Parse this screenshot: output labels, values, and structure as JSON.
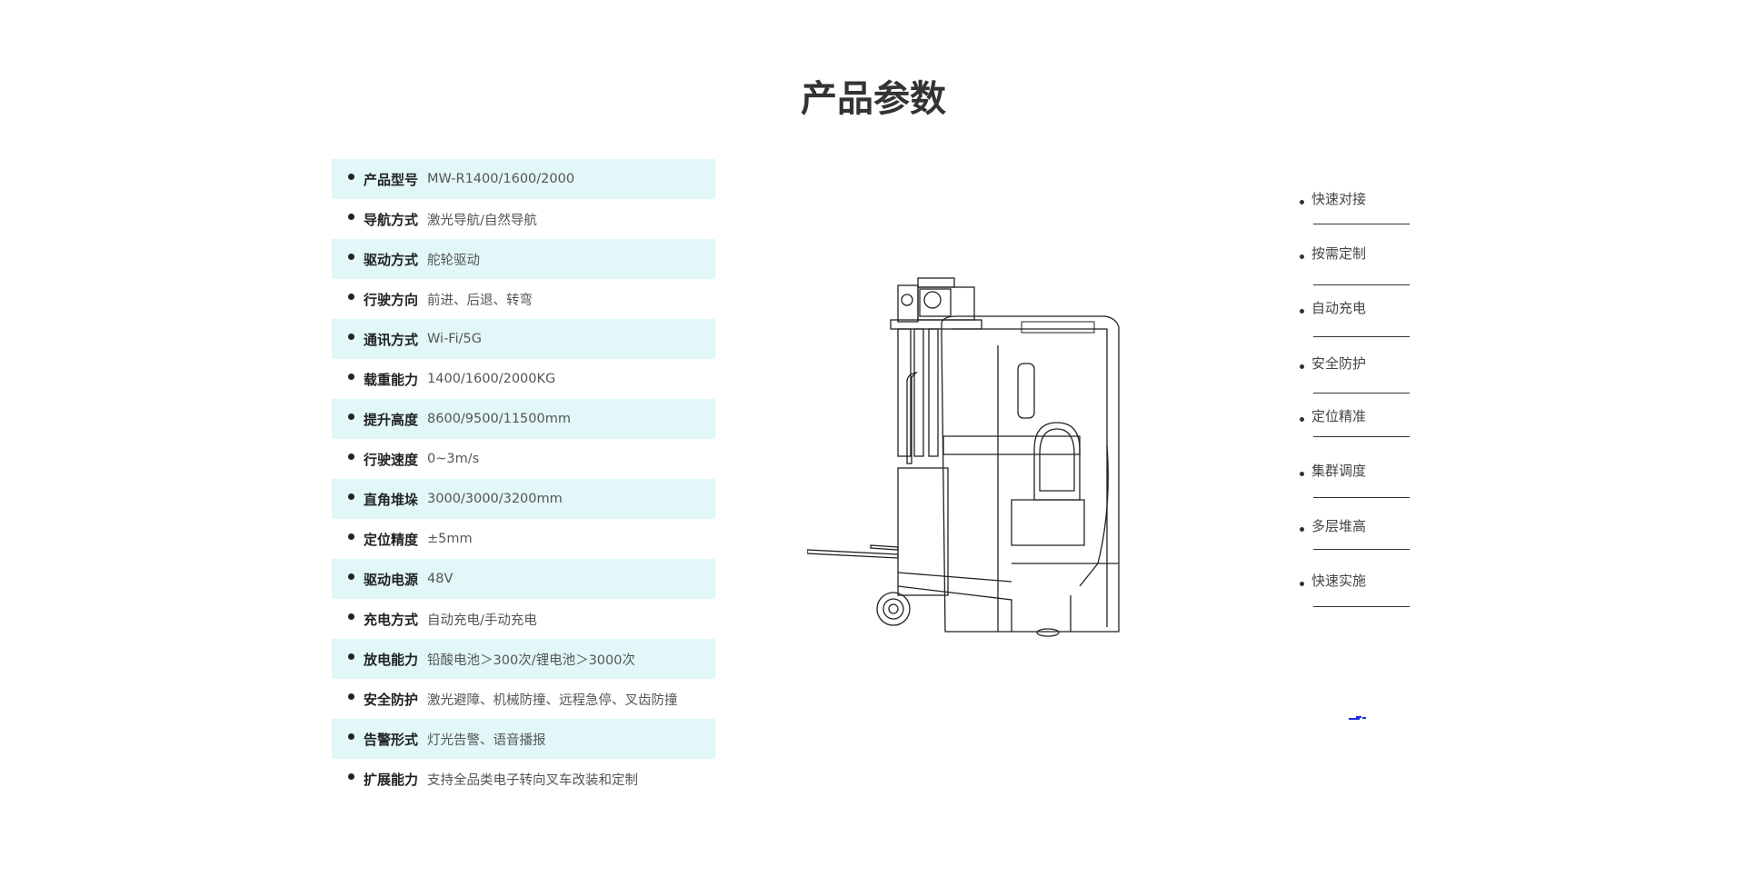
{
  "title": "产品参数",
  "specs": [
    {
      "label": "产品型号",
      "value": "MW-R1400/1600/2000"
    },
    {
      "label": "导航方式",
      "value": "激光导航/自然导航"
    },
    {
      "label": "驱动方式",
      "value": "舵轮驱动"
    },
    {
      "label": "行驶方向",
      "value": "前进、后退、转弯"
    },
    {
      "label": "通讯方式",
      "value": "Wi-Fi/5G"
    },
    {
      "label": "载重能力",
      "value": "1400/1600/2000KG"
    },
    {
      "label": "提升高度",
      "value": "8600/9500/11500mm"
    },
    {
      "label": "行驶速度",
      "value": "0~3m/s"
    },
    {
      "label": "直角堆垛",
      "value": "3000/3000/3200mm"
    },
    {
      "label": "定位精度",
      "value": "±5mm"
    },
    {
      "label": "驱动电源",
      "value": "48V"
    },
    {
      "label": "充电方式",
      "value": "自动充电/手动充电"
    },
    {
      "label": "放电能力",
      "value": "铅酸电池＞300次/锂电池＞3000次"
    },
    {
      "label": "安全防护",
      "value": "激光避障、机械防撞、远程急停、叉齿防撞"
    },
    {
      "label": "告警形式",
      "value": "灯光告警、语音播报"
    },
    {
      "label": "扩展能力",
      "value": "支持全品类电子转向叉车改装和定制"
    }
  ],
  "features": [
    "快速对接",
    "按需定制",
    "自动充电",
    "安全防护",
    "定位精准",
    "集群调度",
    "多层堆高",
    "快速实施"
  ]
}
